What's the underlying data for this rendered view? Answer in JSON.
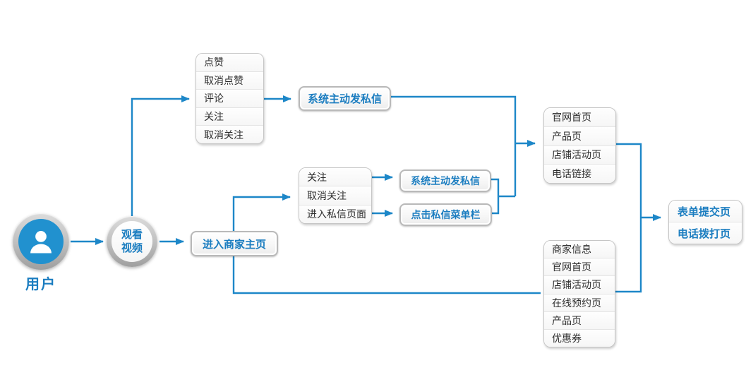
{
  "palette": {
    "accent_blue": "#1d87c8",
    "text_blue": "#1b7dc0",
    "avatar_blue": "#2191cf",
    "text_dark": "#2e2e2e",
    "ring_gray": "#b9b9b9"
  },
  "nodes": {
    "user": {
      "label": "用户"
    },
    "watch_video": {
      "line1": "观看",
      "line2": "视频"
    },
    "enter_merchant": {
      "label": "进入商家主页"
    },
    "sys_msg_top": {
      "label": "系统主动发私信"
    },
    "sys_msg_mid": {
      "label": "系统主动发私信"
    },
    "click_menu": {
      "label": "点击私信菜单栏"
    },
    "video_actions": {
      "items": [
        "点赞",
        "取消点赞",
        "评论",
        "关注",
        "取消关注"
      ]
    },
    "follow_actions": {
      "items": [
        "关注",
        "取消关注",
        "进入私信页面"
      ]
    },
    "profile_pages": {
      "items": [
        "官网首页",
        "产品页",
        "店铺活动页",
        "电话链接"
      ]
    },
    "merchant_pages": {
      "items": [
        "商家信息",
        "官网首页",
        "店铺活动页",
        "在线预约页",
        "产品页",
        "优惠券"
      ]
    },
    "result_pages": {
      "items": [
        "表单提交页",
        "电话拨打页"
      ]
    }
  }
}
